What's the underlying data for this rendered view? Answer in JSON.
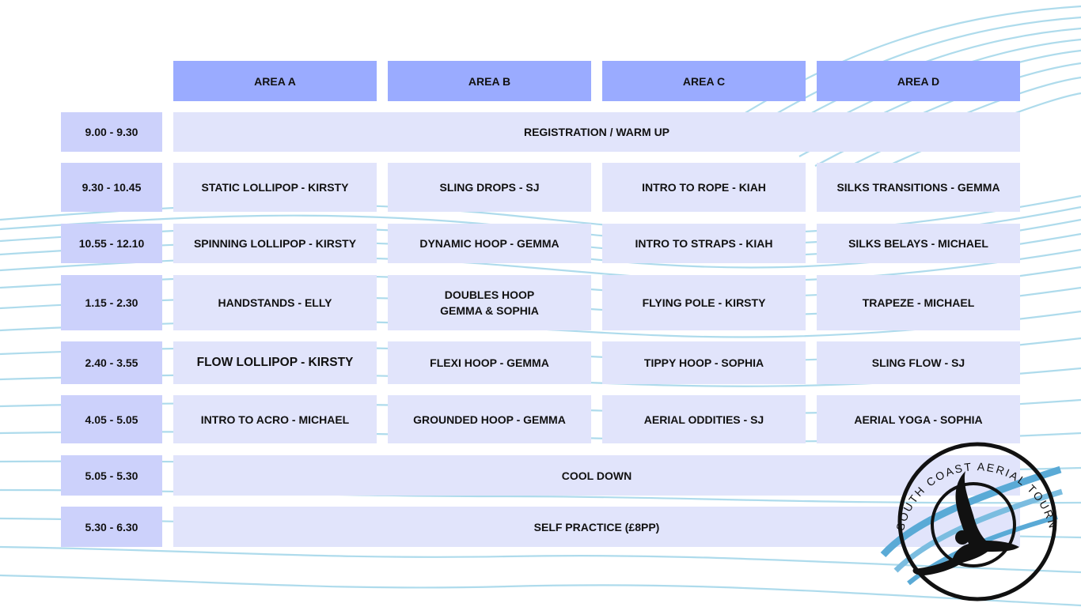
{
  "headers": [
    "AREA A",
    "AREA B",
    "AREA C",
    "AREA D"
  ],
  "rows": [
    {
      "time": "9.00 - 9.30",
      "span": "REGISTRATION / WARM UP"
    },
    {
      "time": "9.30 - 10.45",
      "cells": [
        "STATIC LOLLIPOP - KIRSTY",
        "SLING DROPS - SJ",
        "INTRO TO ROPE - KIAH",
        "SILKS TRANSITIONS - GEMMA"
      ]
    },
    {
      "time": "10.55 - 12.10",
      "cells": [
        "SPINNING LOLLIPOP - KIRSTY",
        "DYNAMIC HOOP - GEMMA",
        "INTRO TO STRAPS - KIAH",
        "SILKS BELAYS - MICHAEL"
      ]
    },
    {
      "time": "1.15 - 2.30",
      "cells": [
        "HANDSTANDS - ELLY",
        [
          "DOUBLES HOOP",
          "GEMMA & SOPHIA"
        ],
        "FLYING POLE - KIRSTY",
        "TRAPEZE - MICHAEL"
      ]
    },
    {
      "time": "2.40 - 3.55",
      "cells": [
        "FLOW LOLLIPOP - KIRSTY",
        "FLEXI HOOP - GEMMA",
        "TIPPY HOOP - SOPHIA",
        "SLING FLOW - SJ"
      ]
    },
    {
      "time": "4.05 - 5.05",
      "cells": [
        "INTRO TO ACRO - MICHAEL",
        "GROUNDED HOOP - GEMMA",
        "AERIAL ODDITIES - SJ",
        "AERIAL YOGA - SOPHIA"
      ]
    },
    {
      "time": "5.05 - 5.30",
      "span": "COOL DOWN"
    },
    {
      "time": "5.30 - 6.30",
      "span": "SELF PRACTICE (£8PP)"
    }
  ],
  "logo": {
    "text": "SOUTH COAST AERIAL TOURNAMENT",
    "icon": "aerial-hoop-silhouette-icon"
  },
  "colors": {
    "header": "#9aabff",
    "time": "#ccd1fb",
    "cell": "#e1e4fb",
    "lines": "#a6d8ea",
    "logo_wave": "#5aaad6"
  }
}
